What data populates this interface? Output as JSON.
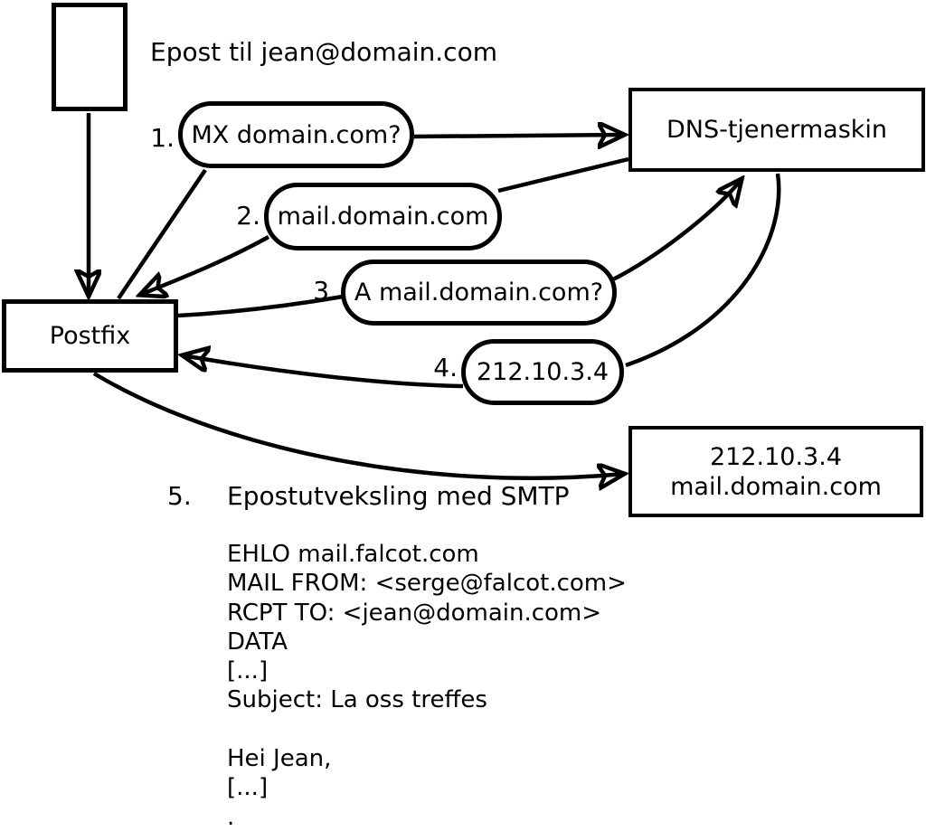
{
  "diagram": {
    "title": "Epost til jean@domain.com",
    "nodes": {
      "email": {
        "label": ""
      },
      "postfix": {
        "label": "Postfix"
      },
      "dns": {
        "label": "DNS-tjenermaskin"
      },
      "mailserver": {
        "line1": "212.10.3.4",
        "line2": "mail.domain.com"
      }
    },
    "steps": [
      {
        "num": "1.",
        "label": "MX domain.com?"
      },
      {
        "num": "2.",
        "label": "mail.domain.com"
      },
      {
        "num": "3.",
        "label": "A mail.domain.com?"
      },
      {
        "num": "4.",
        "label": "212.10.3.4"
      },
      {
        "num": "5.",
        "label": "Epostutveksling med SMTP"
      }
    ],
    "smtp_lines": [
      "EHLO mail.falcot.com",
      "MAIL FROM: <serge@falcot.com>",
      "RCPT TO: <jean@domain.com>",
      "DATA",
      "[...]",
      "Subject: La oss treffes",
      "",
      "Hei Jean,",
      "[...]",
      "."
    ],
    "colors": {
      "stroke": "#000000",
      "background": "#ffffff"
    }
  }
}
